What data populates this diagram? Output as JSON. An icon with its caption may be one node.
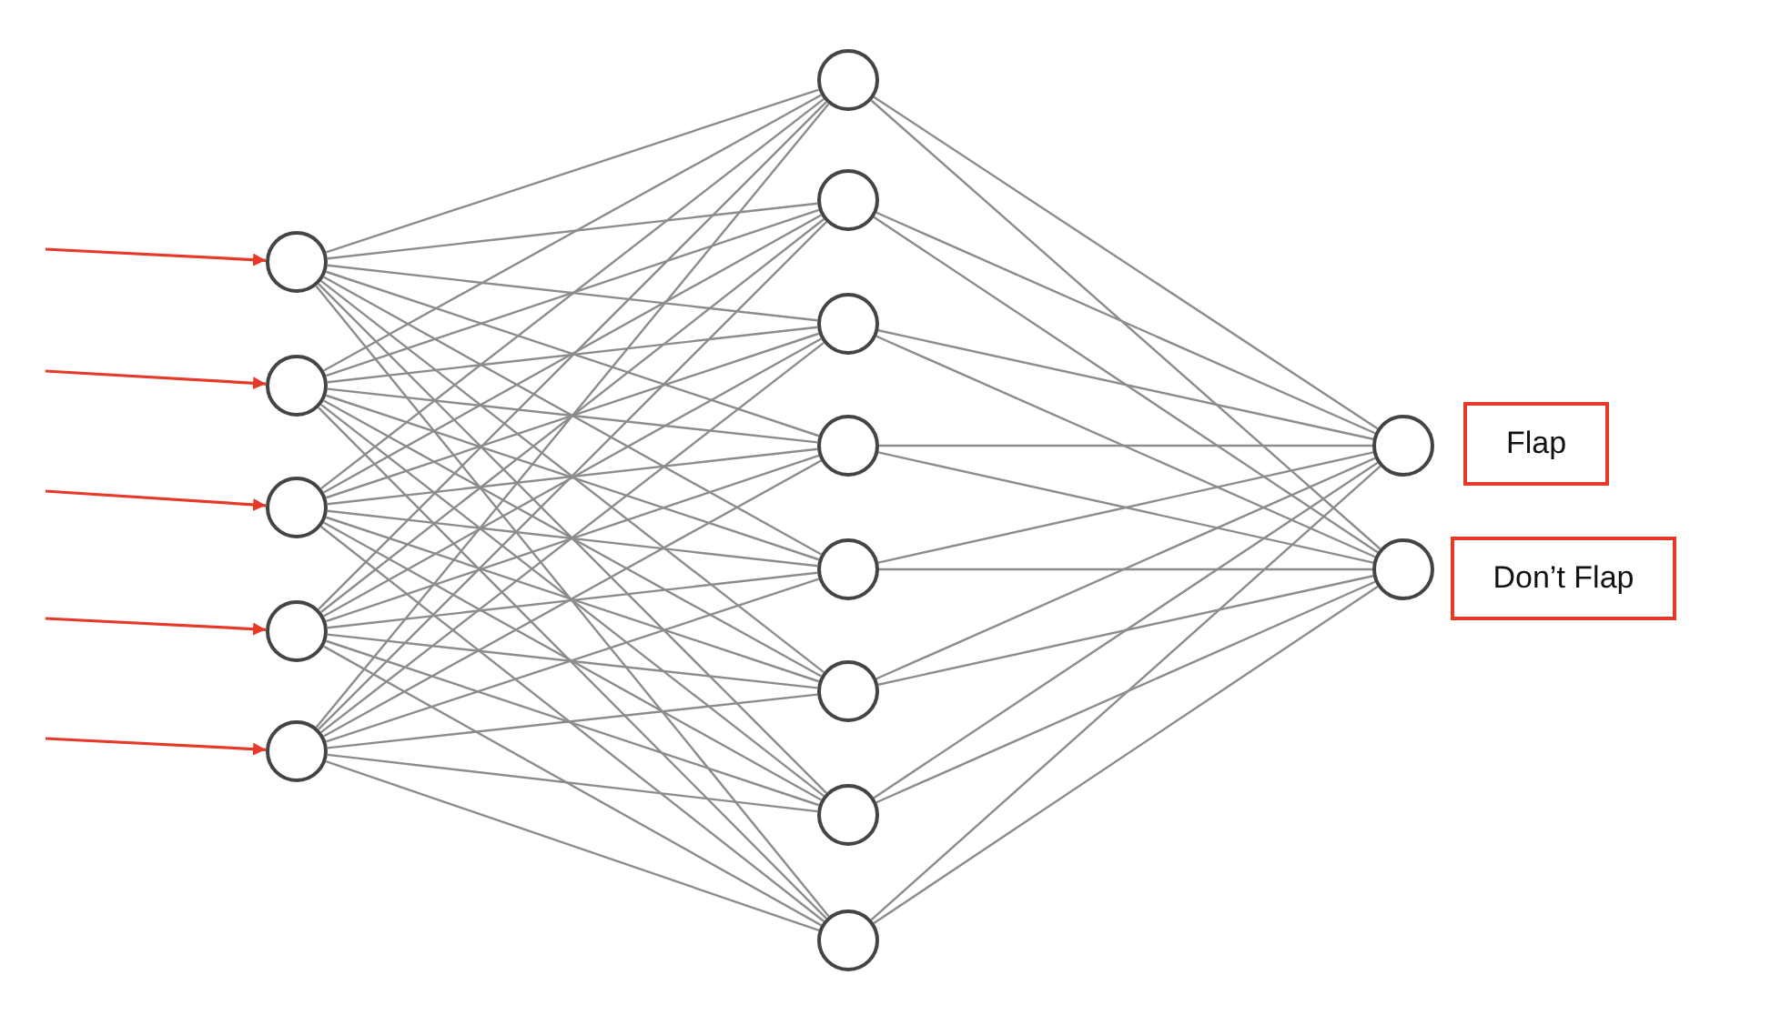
{
  "diagram": {
    "nodes": [
      {
        "text": [],
        "shape": "circle"
      },
      {
        "text": [],
        "shape": "circle"
      },
      {
        "text": [],
        "shape": "circle"
      },
      {
        "text": [],
        "shape": "circle"
      },
      {
        "text": [],
        "shape": "circle"
      },
      {
        "text": [],
        "shape": "circle"
      },
      {
        "text": [],
        "shape": "circle"
      },
      {
        "text": [],
        "shape": "circle"
      },
      {
        "text": [],
        "shape": "circle"
      },
      {
        "text": [],
        "shape": "circle"
      },
      {
        "text": [],
        "shape": "circle"
      },
      {
        "text": [],
        "shape": "circle"
      },
      {
        "text": [],
        "shape": "circle"
      },
      {
        "text": [],
        "shape": "circle"
      },
      {
        "text": [],
        "shape": "circle"
      },
      {
        "text": [
          "Flap"
        ]
      },
      {
        "text": [
          "Don’t Flap"
        ]
      }
    ],
    "edges": [
      {
        "from": null,
        "to": 0,
        "arrow": "to",
        "color": "#e53a2a"
      },
      {
        "from": null,
        "to": 1,
        "arrow": "to",
        "color": "#e53a2a"
      },
      {
        "from": null,
        "to": 2,
        "arrow": "to",
        "color": "#e53a2a"
      },
      {
        "from": null,
        "to": 3,
        "arrow": "to",
        "color": "#e53a2a"
      },
      {
        "from": null,
        "to": 4,
        "arrow": "to",
        "color": "#e53a2a"
      },
      {
        "from": 0,
        "to": 5,
        "arrow": "none"
      },
      {
        "from": 0,
        "to": 6,
        "arrow": "none"
      },
      {
        "from": 0,
        "to": 7,
        "arrow": "none"
      },
      {
        "from": 0,
        "to": 8,
        "arrow": "none"
      },
      {
        "from": 0,
        "to": 9,
        "arrow": "none"
      },
      {
        "from": 0,
        "to": 10,
        "arrow": "none"
      },
      {
        "from": 0,
        "to": 11,
        "arrow": "none"
      },
      {
        "from": 0,
        "to": 12,
        "arrow": "none"
      },
      {
        "from": 1,
        "to": 5,
        "arrow": "none"
      },
      {
        "from": 1,
        "to": 6,
        "arrow": "none"
      },
      {
        "from": 1,
        "to": 7,
        "arrow": "none"
      },
      {
        "from": 1,
        "to": 8,
        "arrow": "none"
      },
      {
        "from": 1,
        "to": 9,
        "arrow": "none"
      },
      {
        "from": 1,
        "to": 10,
        "arrow": "none"
      },
      {
        "from": 1,
        "to": 11,
        "arrow": "none"
      },
      {
        "from": 1,
        "to": 12,
        "arrow": "none"
      },
      {
        "from": 2,
        "to": 5,
        "arrow": "none"
      },
      {
        "from": 2,
        "to": 6,
        "arrow": "none"
      },
      {
        "from": 2,
        "to": 7,
        "arrow": "none"
      },
      {
        "from": 2,
        "to": 8,
        "arrow": "none"
      },
      {
        "from": 2,
        "to": 9,
        "arrow": "none"
      },
      {
        "from": 2,
        "to": 10,
        "arrow": "none"
      },
      {
        "from": 2,
        "to": 11,
        "arrow": "none"
      },
      {
        "from": 2,
        "to": 12,
        "arrow": "none"
      },
      {
        "from": 3,
        "to": 5,
        "arrow": "none"
      },
      {
        "from": 3,
        "to": 6,
        "arrow": "none"
      },
      {
        "from": 3,
        "to": 7,
        "arrow": "none"
      },
      {
        "from": 3,
        "to": 8,
        "arrow": "none"
      },
      {
        "from": 3,
        "to": 9,
        "arrow": "none"
      },
      {
        "from": 3,
        "to": 10,
        "arrow": "none"
      },
      {
        "from": 3,
        "to": 11,
        "arrow": "none"
      },
      {
        "from": 3,
        "to": 12,
        "arrow": "none"
      },
      {
        "from": 4,
        "to": 5,
        "arrow": "none"
      },
      {
        "from": 4,
        "to": 6,
        "arrow": "none"
      },
      {
        "from": 4,
        "to": 7,
        "arrow": "none"
      },
      {
        "from": 4,
        "to": 8,
        "arrow": "none"
      },
      {
        "from": 4,
        "to": 9,
        "arrow": "none"
      },
      {
        "from": 4,
        "to": 10,
        "arrow": "none"
      },
      {
        "from": 4,
        "to": 11,
        "arrow": "none"
      },
      {
        "from": 4,
        "to": 12,
        "arrow": "none"
      },
      {
        "from": 5,
        "to": 13,
        "arrow": "none"
      },
      {
        "from": 5,
        "to": 14,
        "arrow": "none"
      },
      {
        "from": 6,
        "to": 13,
        "arrow": "none"
      },
      {
        "from": 6,
        "to": 14,
        "arrow": "none"
      },
      {
        "from": 7,
        "to": 13,
        "arrow": "none"
      },
      {
        "from": 7,
        "to": 14,
        "arrow": "none"
      },
      {
        "from": 8,
        "to": 13,
        "arrow": "none"
      },
      {
        "from": 8,
        "to": 14,
        "arrow": "none"
      },
      {
        "from": 9,
        "to": 13,
        "arrow": "none"
      },
      {
        "from": 9,
        "to": 14,
        "arrow": "none"
      },
      {
        "from": 10,
        "to": 13,
        "arrow": "none"
      },
      {
        "from": 10,
        "to": 14,
        "arrow": "none"
      },
      {
        "from": 11,
        "to": 13,
        "arrow": "none"
      },
      {
        "from": 11,
        "to": 14,
        "arrow": "none"
      },
      {
        "from": 12,
        "to": 13,
        "arrow": "none"
      },
      {
        "from": 12,
        "to": 14,
        "arrow": "none"
      }
    ]
  }
}
